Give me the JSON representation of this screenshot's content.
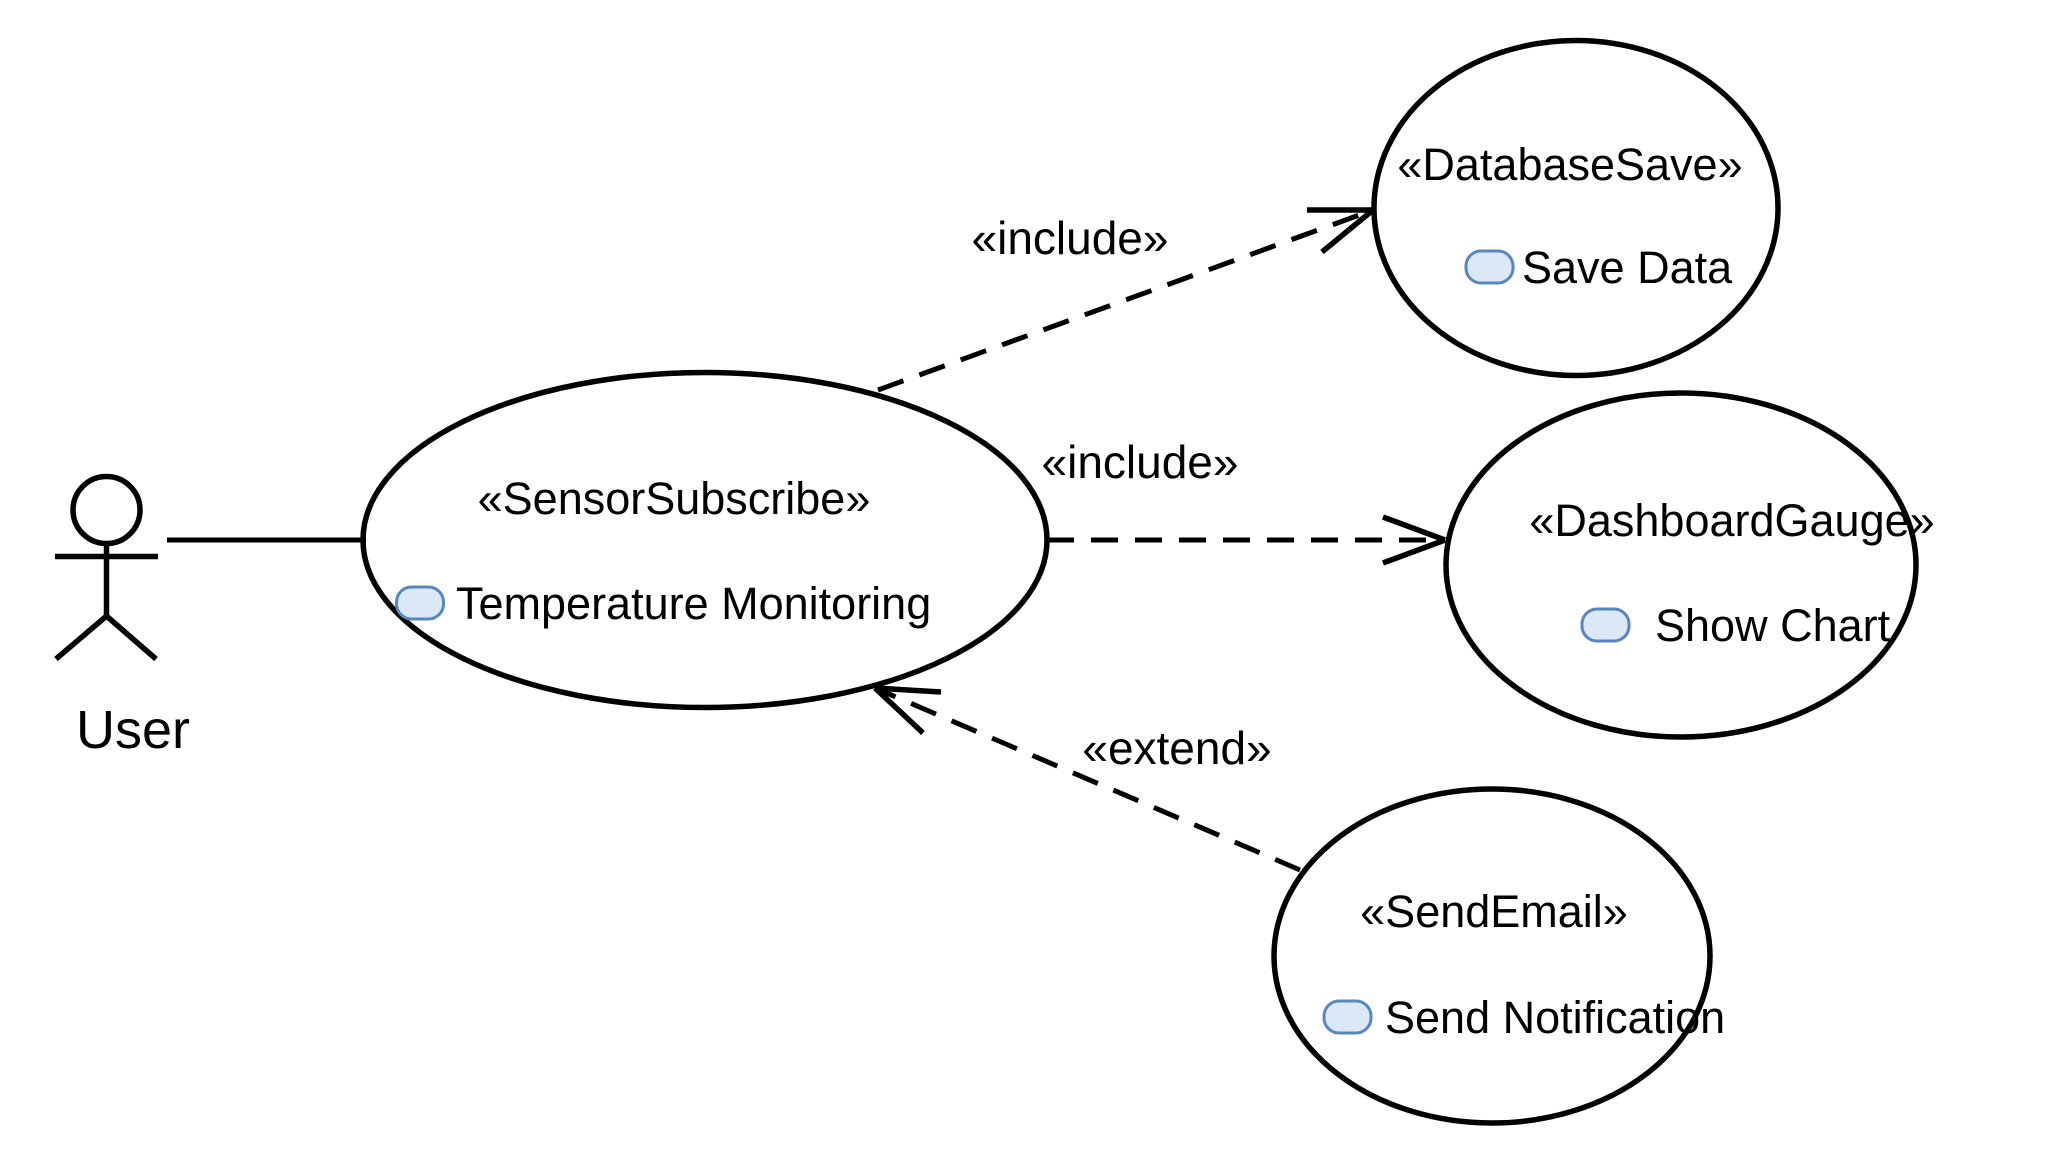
{
  "actor": {
    "label": "User",
    "icon": "stick-figure-actor-icon"
  },
  "use_cases": [
    {
      "stereotype": "«SensorSubscribe»",
      "name": "Temperature Monitoring",
      "icon": "use-case-oval-icon"
    },
    {
      "stereotype": "«DatabaseSave»",
      "name": "Save Data",
      "icon": "use-case-oval-icon"
    },
    {
      "stereotype": "«DashboardGauge»",
      "name": "Show Chart",
      "icon": "use-case-oval-icon"
    },
    {
      "stereotype": "«SendEmail»",
      "name": "Send Notification",
      "icon": "use-case-oval-icon"
    }
  ],
  "relationships": [
    {
      "label": "«include»",
      "from": "Temperature Monitoring",
      "to": "Save Data",
      "style": "dashed-open-arrow"
    },
    {
      "label": "«include»",
      "from": "Temperature Monitoring",
      "to": "Show Chart",
      "style": "dashed-open-arrow"
    },
    {
      "label": "«extend»",
      "from": "Send Notification",
      "to": "Temperature Monitoring",
      "style": "dashed-open-arrow"
    }
  ],
  "colors": {
    "stroke": "#000000",
    "text": "#000000",
    "icon_fill": "#dbe8f6",
    "icon_border": "#5787c1",
    "background": "#ffffff"
  }
}
